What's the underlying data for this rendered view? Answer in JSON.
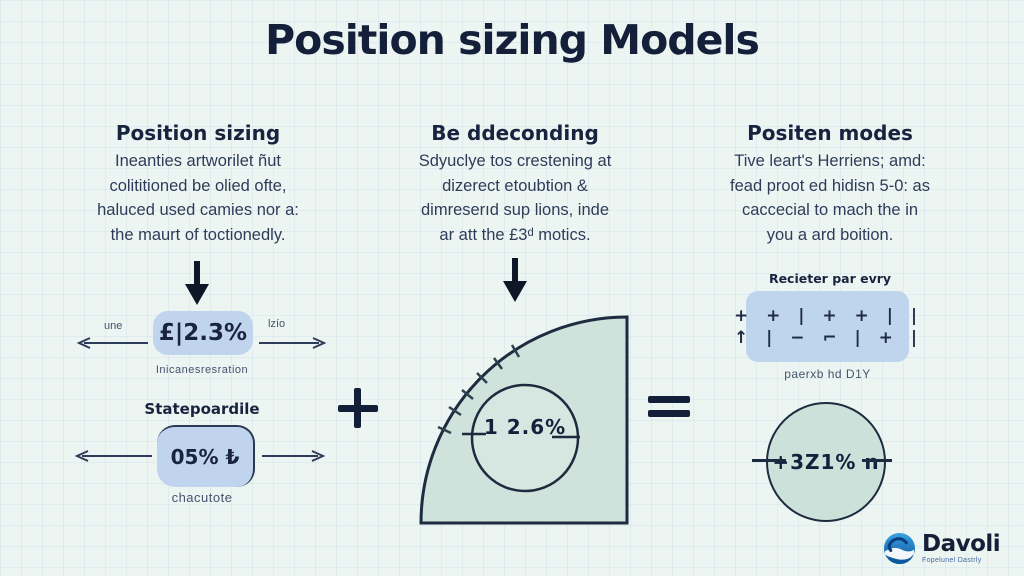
{
  "title": "Position sizing Models",
  "columns": [
    {
      "heading": "Position sizing",
      "lines": [
        "Ineanties artworilet ñut",
        "colititioned be olied ofte,",
        "haluced used camies nor a:",
        "the maurt of toctionedly."
      ]
    },
    {
      "heading": "Be ddeconding",
      "lines": [
        "Sdyuclye tos crestening at",
        "dizerect etoubtion &",
        "dimreserıd sup lions, inde",
        "ar att the £3ᵈ motics."
      ]
    },
    {
      "heading": "Positen modes",
      "lines": [
        "Tive leart's Herriens; amd:",
        "fead proot ed hidisn 5-0: as",
        "caccecial to mach the in",
        "you a ard boition."
      ]
    }
  ],
  "model1": {
    "left_label": "une",
    "right_label": "lzío",
    "box1_value": "£|2.3%",
    "box1_caption": "Inicanesresration",
    "box2_title": "Statepoardile",
    "box2_value": "05% ₺",
    "box2_caption": "chacutote"
  },
  "model2": {
    "circle_value": "1 2.6%"
  },
  "model3": {
    "grid_title": "Recieter par evry",
    "grid_row1": "+ + | + + | |",
    "grid_row2": "↑ | − ⌐ | + |",
    "grid_caption": "paerxb hd D1Y",
    "circle_value": "+3Z1% n"
  },
  "logo": {
    "name": "Davoli",
    "tagline": "Fopelunel Dastrly"
  },
  "colors": {
    "background": "#edf5f2",
    "ink": "#16213c",
    "body_text": "#2e3c59",
    "box_blue": "#c0d5ed",
    "teal_fill": "#cfe2dc",
    "logo_blue": "#1679c8"
  }
}
